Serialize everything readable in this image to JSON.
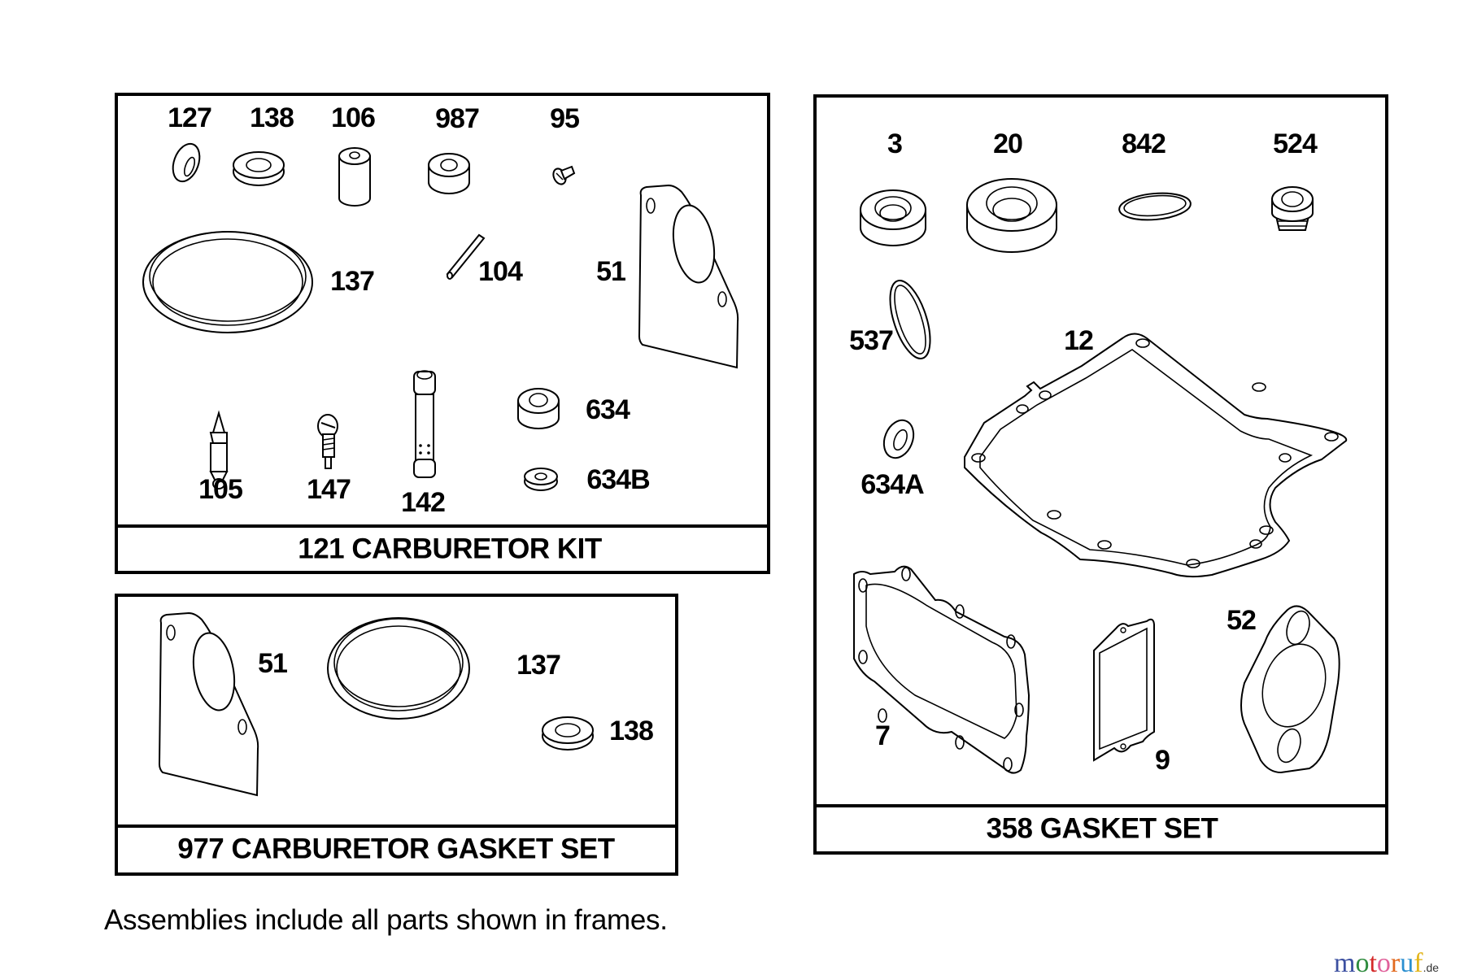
{
  "panels": {
    "carburetor_kit": {
      "title": "121 CARBURETOR KIT",
      "parts": [
        {
          "ref": "127",
          "desc": "tilted washer"
        },
        {
          "ref": "138",
          "desc": "flat washer"
        },
        {
          "ref": "106",
          "desc": "cylindrical bushing"
        },
        {
          "ref": "987",
          "desc": "spacer ring"
        },
        {
          "ref": "95",
          "desc": "small screw"
        },
        {
          "ref": "137",
          "desc": "large O-ring gasket"
        },
        {
          "ref": "104",
          "desc": "pin"
        },
        {
          "ref": "51",
          "desc": "mounting gasket plate"
        },
        {
          "ref": "634",
          "desc": "spacer"
        },
        {
          "ref": "634B",
          "desc": "small washer"
        },
        {
          "ref": "105",
          "desc": "needle valve"
        },
        {
          "ref": "147",
          "desc": "adjusting screw"
        },
        {
          "ref": "142",
          "desc": "emulsion tube"
        }
      ]
    },
    "carburetor_gasket_set": {
      "title": "977 CARBURETOR GASKET SET",
      "parts": [
        {
          "ref": "51",
          "desc": "mounting gasket plate"
        },
        {
          "ref": "137",
          "desc": "large O-ring gasket"
        },
        {
          "ref": "138",
          "desc": "flat washer"
        }
      ]
    },
    "gasket_set": {
      "title": "358 GASKET SET",
      "parts": [
        {
          "ref": "3",
          "desc": "oil seal"
        },
        {
          "ref": "20",
          "desc": "large oil seal"
        },
        {
          "ref": "842",
          "desc": "O-ring"
        },
        {
          "ref": "524",
          "desc": "plug"
        },
        {
          "ref": "537",
          "desc": "O-ring"
        },
        {
          "ref": "12",
          "desc": "crankcase gasket"
        },
        {
          "ref": "634A",
          "desc": "washer"
        },
        {
          "ref": "7",
          "desc": "cylinder head gasket"
        },
        {
          "ref": "9",
          "desc": "rectangular gasket"
        },
        {
          "ref": "52",
          "desc": "exhaust gasket"
        }
      ]
    }
  },
  "footer_note": "Assemblies include all parts shown in frames.",
  "watermark": {
    "letters": [
      "m",
      "o",
      "t",
      "o",
      "r",
      "u",
      "f"
    ],
    "colors": [
      "#3b4fa0",
      "#2e8b3e",
      "#d42a2a",
      "#e0609a",
      "#e2691e",
      "#2b8fd0",
      "#e3b51a"
    ],
    "suffix": ".de"
  }
}
